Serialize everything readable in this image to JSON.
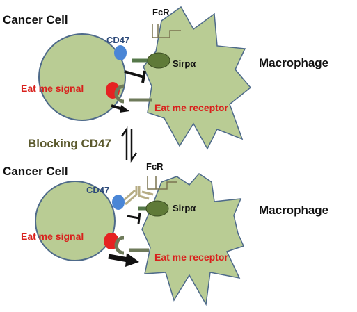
{
  "top_panel": {
    "cell_label": "Cancer Cell",
    "fcr_label": "FcR",
    "cd47_label": "CD47",
    "sirpa_label": "Sirpα",
    "macrophage_label": "Macrophage",
    "eat_signal_label": "Eat me signal",
    "eat_receptor_label": "Eat me receptor"
  },
  "middle": {
    "blocking_label": "Blocking CD47"
  },
  "bottom_panel": {
    "cell_label": "Cancer Cell",
    "fcr_label": "FcR",
    "cd47_label": "CD47",
    "sirpa_label": "Sirpα",
    "macrophage_label": "Macrophage",
    "eat_signal_label": "Eat me signal",
    "eat_receptor_label": "Eat me receptor"
  },
  "colors": {
    "cell_fill": "#b9cc94",
    "cell_stroke": "#4e6a8a",
    "cd47": "#4a86d6",
    "eat_signal": "#e52222",
    "sirpa": "#5f7a38",
    "receptor": "#6e7a5a",
    "label_red": "#d9201c",
    "label_olive": "#5c5a2e"
  }
}
